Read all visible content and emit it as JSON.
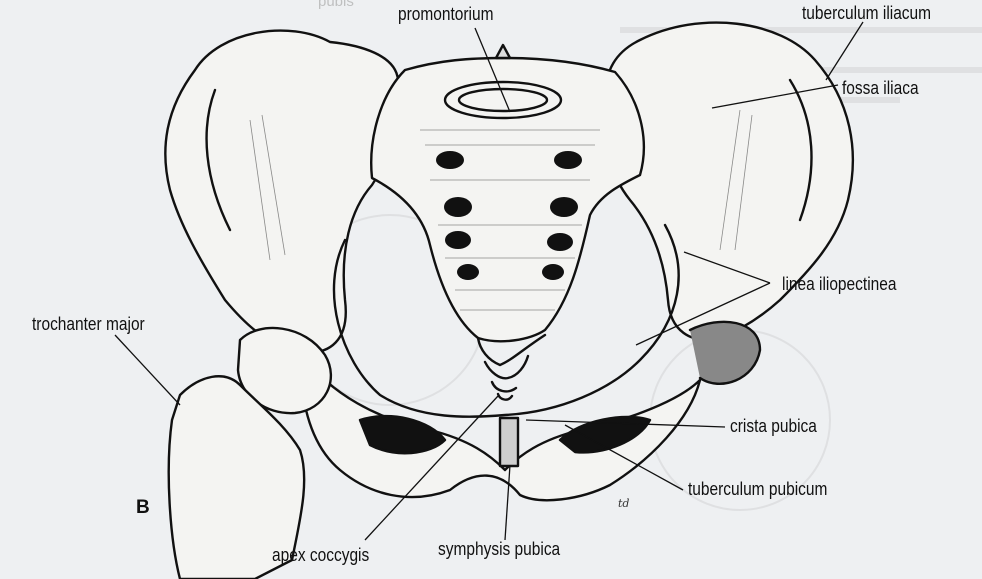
{
  "figure": {
    "panel_letter": "B",
    "artist_mark": "td",
    "cropped_top_label": "pubis"
  },
  "labels": {
    "promontorium": "promontorium",
    "tuberculum_iliacum": "tuberculum iliacum",
    "fossa_iliaca": "fossa iliaca",
    "linea_iliopectinea": "linea iliopectinea",
    "trochanter_major": "trochanter major",
    "crista_pubica": "crista pubica",
    "tuberculum_pubicum": "tuberculum pubicum",
    "apex_coccygis": "apex coccygis",
    "symphysis_pubica": "symphysis pubica"
  },
  "colors": {
    "paper": "#eef0f2",
    "ink": "#111111",
    "bone_fill": "#f4f4f2"
  }
}
